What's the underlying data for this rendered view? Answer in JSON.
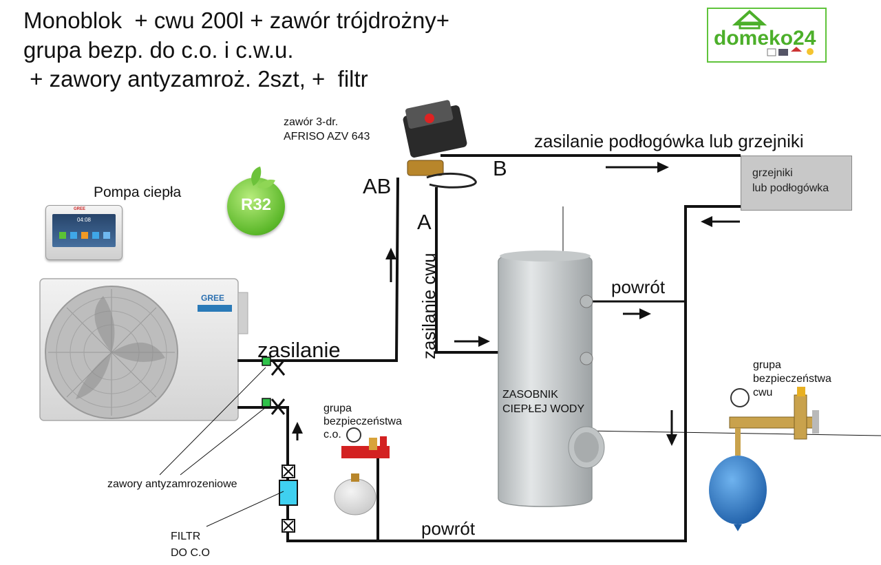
{
  "title": {
    "line1": "Monoblok  + cwu 200l + zawór trójdrożny+",
    "line2": "grupa bezp. do c.o. i c.w.u.",
    "line3": " + zawory antyzamroż. 2szt, +  filtr"
  },
  "logo": {
    "text": "domeko24"
  },
  "labels": {
    "valve_line1": "zawór 3-dr.",
    "valve_line2": "AFRISO AZV 643",
    "supply_heating": "zasilanie podłogówka lub grzejniki",
    "radiator_line1": "grzejniki",
    "radiator_line2": "lub podłogówka",
    "port_ab": "AB",
    "port_b": "B",
    "port_a": "A",
    "supply_dhw": "zasilanie cwu",
    "heat_pump": "Pompa ciepła",
    "r32": "R32",
    "supply": "zasilanie",
    "return_tank": "powrót",
    "return_bottom": "powrót",
    "tank_line1": "ZASOBNIK",
    "tank_line2": "CIEPŁEJ WODY",
    "safety_co_line1": "grupa",
    "safety_co_line2": "bezpieczeństwa",
    "safety_co_line3": "c.o.",
    "safety_cwu_line1": "grupa",
    "safety_cwu_line2": "bezpieczeństwa",
    "safety_cwu_line3": "cwu",
    "antifreeze": "zawory antyzamrozeniowe",
    "filter_line1": "FILTR",
    "filter_line2": "DO C.O",
    "brand": "GREE",
    "controller_time": "04:08"
  },
  "colors": {
    "pipe": "#111111",
    "antifreeze_valve": "#2fc24a",
    "filter": "#3fd0f0",
    "expansion_vessel_co": "#e6e6e6",
    "expansion_vessel_cwu": "#2f7fd0",
    "tank": "#cfd3d4",
    "logo_green": "#4caf2a"
  }
}
